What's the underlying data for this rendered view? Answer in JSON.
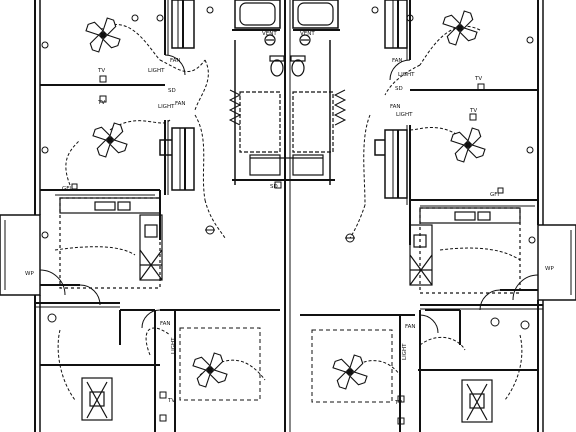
{
  "labels": {
    "vent": "VENT",
    "fan": "FAN",
    "light": "LIGHT",
    "tv": "TV",
    "sd": "SD",
    "gfi": "GFI",
    "wp": "WP"
  },
  "colors": {
    "ink": "#111111",
    "paper": "#ffffff"
  },
  "fixtures": {
    "ceiling_fan_count": 6,
    "bathtub_count": 2
  }
}
